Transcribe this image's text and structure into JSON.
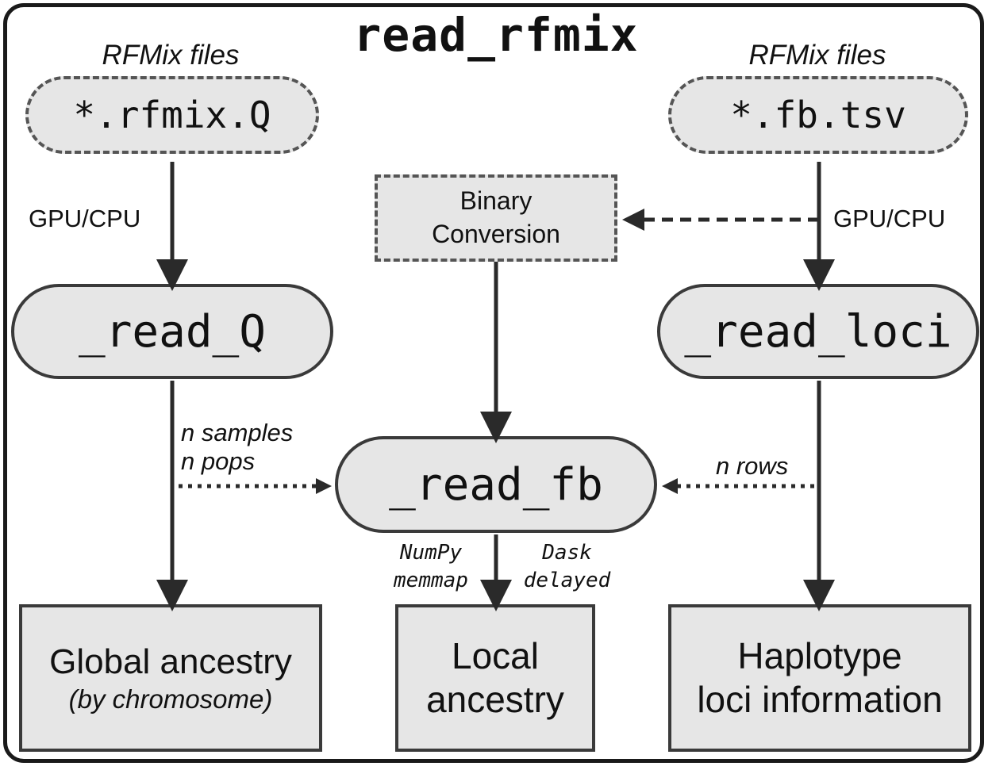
{
  "title": "read_rfmix",
  "left_source": {
    "caption": "RFMix files",
    "file": "*.rfmix.Q"
  },
  "right_source": {
    "caption": "RFMix files",
    "file": "*.fb.tsv"
  },
  "binary_conversion": {
    "line1": "Binary",
    "line2": "Conversion"
  },
  "left_edge_label": "GPU/CPU",
  "right_edge_label": "GPU/CPU",
  "functions": {
    "read_q": "_read_Q",
    "read_loci": "_read_loci",
    "read_fb": "_read_fb"
  },
  "q_to_fb_label": {
    "line1": "n samples",
    "line2": "n pops"
  },
  "loci_to_fb_label": "n rows",
  "numpy_label": {
    "line1": "NumPy",
    "line2": "memmap"
  },
  "dask_label": {
    "line1": "Dask",
    "line2": "delayed"
  },
  "outputs": {
    "global": {
      "line1": "Global ancestry",
      "line2": "(by chromosome)"
    },
    "local": {
      "line1": "Local",
      "line2": "ancestry"
    },
    "haplotype": {
      "line1": "Haplotype",
      "line2": "loci information"
    }
  }
}
